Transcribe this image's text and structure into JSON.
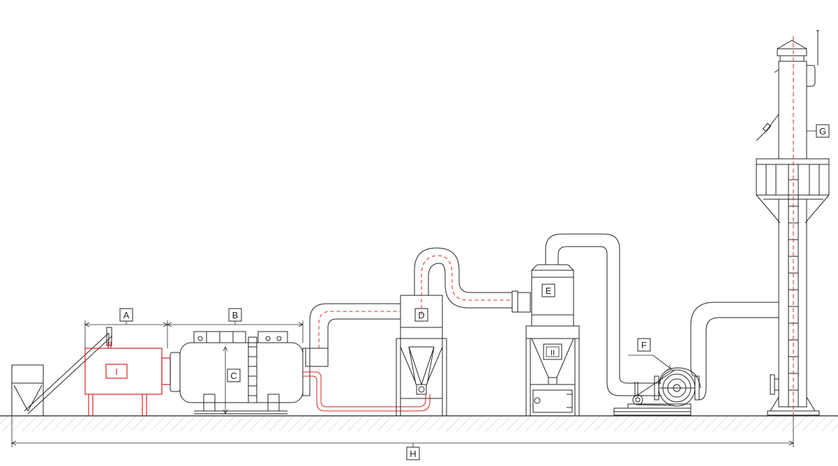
{
  "diagram": {
    "labels": {
      "A": "A",
      "B": "B",
      "C": "C",
      "D": "D",
      "E": "E",
      "F": "F",
      "G": "G",
      "H": "H",
      "reactor_mark": "I",
      "scrubber_mark": "II"
    },
    "colors": {
      "line": "#222222",
      "highlight": "#e02020",
      "hatch": "#bbbbbb",
      "background": "#ffffff"
    }
  }
}
